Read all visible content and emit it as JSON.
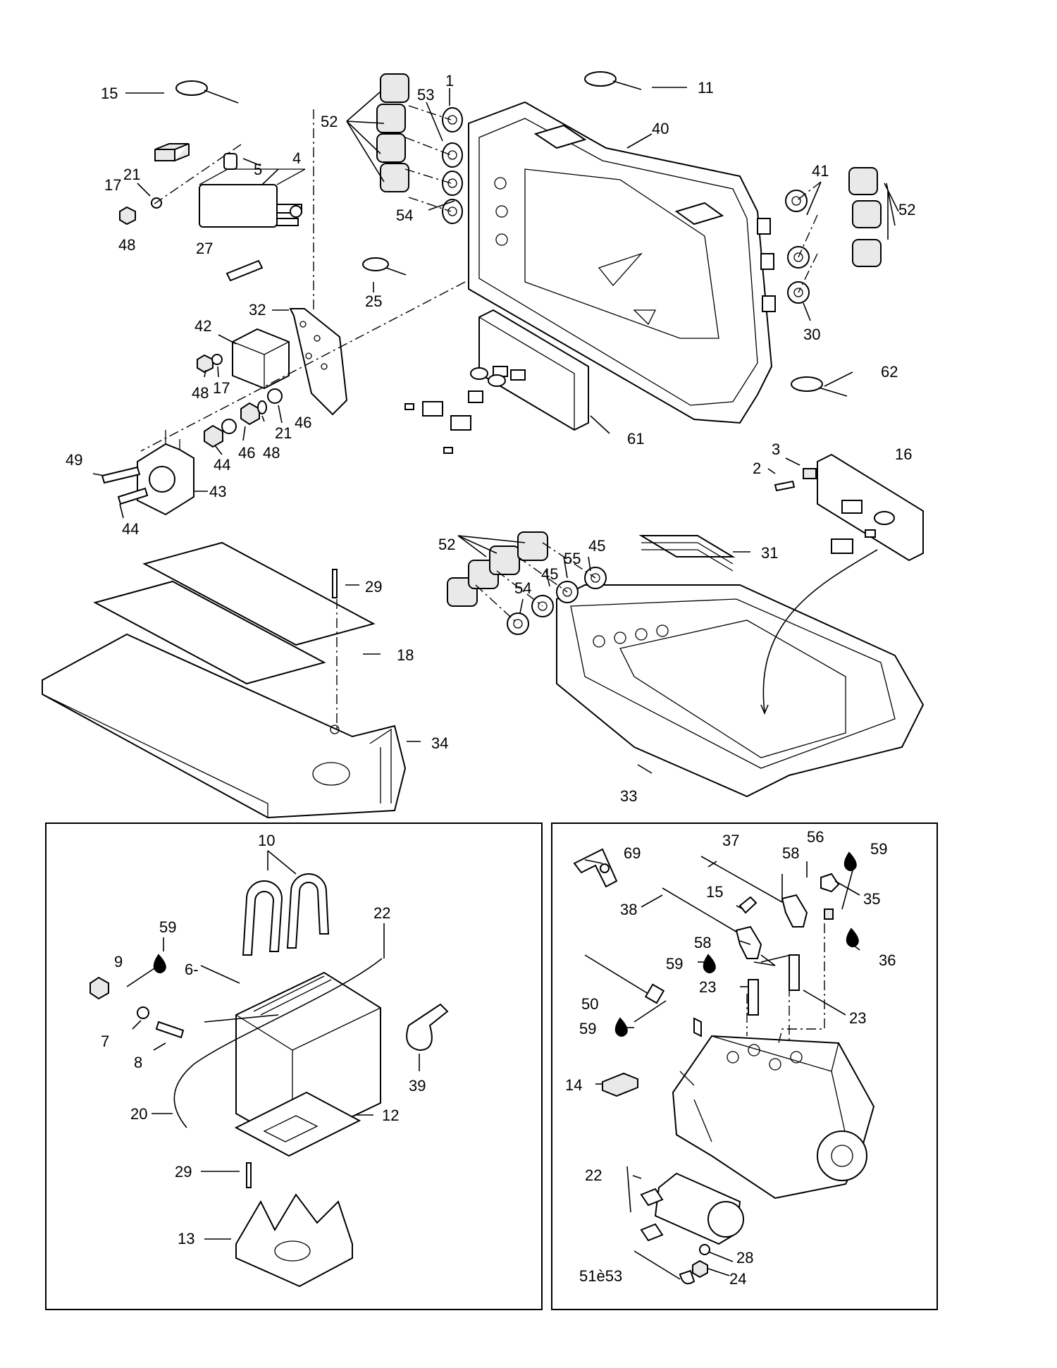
{
  "diagram": {
    "labels": [
      {
        "id": "l15a",
        "text": "15"
      },
      {
        "id": "l11",
        "text": "11"
      },
      {
        "id": "l1",
        "text": "1"
      },
      {
        "id": "l53a",
        "text": "53"
      },
      {
        "id": "l52a",
        "text": "52"
      },
      {
        "id": "l40",
        "text": "40"
      },
      {
        "id": "l4",
        "text": "4"
      },
      {
        "id": "l5",
        "text": "5"
      },
      {
        "id": "l21a",
        "text": "21"
      },
      {
        "id": "l17a",
        "text": "17"
      },
      {
        "id": "l48a",
        "text": "48"
      },
      {
        "id": "l27",
        "text": "27"
      },
      {
        "id": "l54a",
        "text": "54"
      },
      {
        "id": "l41",
        "text": "41"
      },
      {
        "id": "l52b",
        "text": "52"
      },
      {
        "id": "l25",
        "text": "25"
      },
      {
        "id": "l32",
        "text": "32"
      },
      {
        "id": "l42",
        "text": "42"
      },
      {
        "id": "l30",
        "text": "30"
      },
      {
        "id": "l62",
        "text": "62"
      },
      {
        "id": "l48b",
        "text": "48"
      },
      {
        "id": "l17b",
        "text": "17"
      },
      {
        "id": "l46a",
        "text": "46"
      },
      {
        "id": "l21b",
        "text": "21"
      },
      {
        "id": "l48c",
        "text": "48"
      },
      {
        "id": "l46b",
        "text": "46"
      },
      {
        "id": "l44a",
        "text": "44"
      },
      {
        "id": "l61",
        "text": "61"
      },
      {
        "id": "l49",
        "text": "49"
      },
      {
        "id": "l43",
        "text": "43"
      },
      {
        "id": "l44b",
        "text": "44"
      },
      {
        "id": "l3",
        "text": "3"
      },
      {
        "id": "l16",
        "text": "16"
      },
      {
        "id": "l2",
        "text": "2"
      },
      {
        "id": "l52c",
        "text": "52"
      },
      {
        "id": "l55",
        "text": "55"
      },
      {
        "id": "l45a",
        "text": "45"
      },
      {
        "id": "l45b",
        "text": "45"
      },
      {
        "id": "l31",
        "text": "31"
      },
      {
        "id": "l29a",
        "text": "29"
      },
      {
        "id": "l54b",
        "text": "54"
      },
      {
        "id": "l18",
        "text": "18"
      },
      {
        "id": "l34",
        "text": "34"
      },
      {
        "id": "l33",
        "text": "33"
      },
      {
        "id": "l10",
        "text": "10"
      },
      {
        "id": "l22a",
        "text": "22"
      },
      {
        "id": "l59a",
        "text": "59"
      },
      {
        "id": "l9",
        "text": "9"
      },
      {
        "id": "l6",
        "text": "6-"
      },
      {
        "id": "l7",
        "text": "7"
      },
      {
        "id": "l8",
        "text": "8"
      },
      {
        "id": "l39",
        "text": "39"
      },
      {
        "id": "l20",
        "text": "20"
      },
      {
        "id": "l12",
        "text": "12"
      },
      {
        "id": "l29b",
        "text": "29"
      },
      {
        "id": "l13",
        "text": "13"
      },
      {
        "id": "l69",
        "text": "69"
      },
      {
        "id": "l37",
        "text": "37"
      },
      {
        "id": "l58a",
        "text": "58"
      },
      {
        "id": "l56",
        "text": "56"
      },
      {
        "id": "l59b",
        "text": "59"
      },
      {
        "id": "l15b",
        "text": "15"
      },
      {
        "id": "l35",
        "text": "35"
      },
      {
        "id": "l38",
        "text": "38"
      },
      {
        "id": "l58b",
        "text": "58"
      },
      {
        "id": "l36",
        "text": "36"
      },
      {
        "id": "l59c",
        "text": "59"
      },
      {
        "id": "l50",
        "text": "50"
      },
      {
        "id": "l23a",
        "text": "23"
      },
      {
        "id": "l23b",
        "text": "23"
      },
      {
        "id": "l59d",
        "text": "59"
      },
      {
        "id": "l14",
        "text": "14"
      },
      {
        "id": "l22b",
        "text": "22"
      },
      {
        "id": "l28",
        "text": "28"
      },
      {
        "id": "l5153",
        "text": "51è53"
      },
      {
        "id": "l24",
        "text": "24"
      }
    ]
  }
}
